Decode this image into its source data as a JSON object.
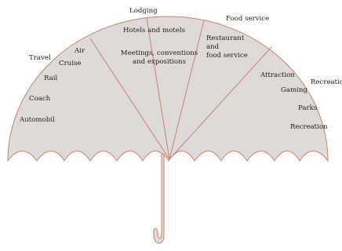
{
  "diagram": {
    "category_labels": {
      "lodging": "Lodging",
      "food_service": "Food service",
      "travel": "Travel",
      "recreation": "Recreation"
    },
    "segments": {
      "travel": {
        "items": [
          "Air",
          "Cruise",
          "Rail",
          "Coach",
          "Automobil"
        ]
      },
      "lodging": {
        "items": [
          "Hotels and motels",
          "Meetings, conventions\nand expositions"
        ]
      },
      "food_service": {
        "items": [
          "Restaurant\nand\nfood service"
        ]
      },
      "recreation": {
        "items": [
          "Attraction",
          "Gaming",
          "Parks",
          "Recreation"
        ]
      }
    },
    "colors": {
      "canopy_fill": "#dedad8",
      "outline": "#c9826f"
    }
  }
}
